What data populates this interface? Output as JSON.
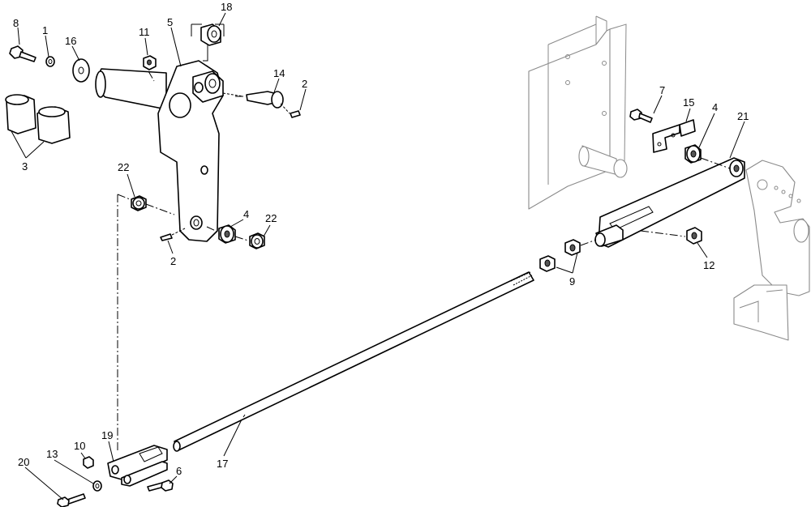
{
  "callouts": {
    "c1": "1",
    "c2a": "2",
    "c2b": "2",
    "c3": "3",
    "c4a": "4",
    "c4b": "4",
    "c5": "5",
    "c6": "6",
    "c7": "7",
    "c8": "8",
    "c9": "9",
    "c10": "10",
    "c11": "11",
    "c12": "12",
    "c13": "13",
    "c14": "14",
    "c15": "15",
    "c16": "16",
    "c17": "17",
    "c18": "18",
    "c19": "19",
    "c20": "20",
    "c21": "21",
    "c22a": "22",
    "c22b": "22"
  }
}
